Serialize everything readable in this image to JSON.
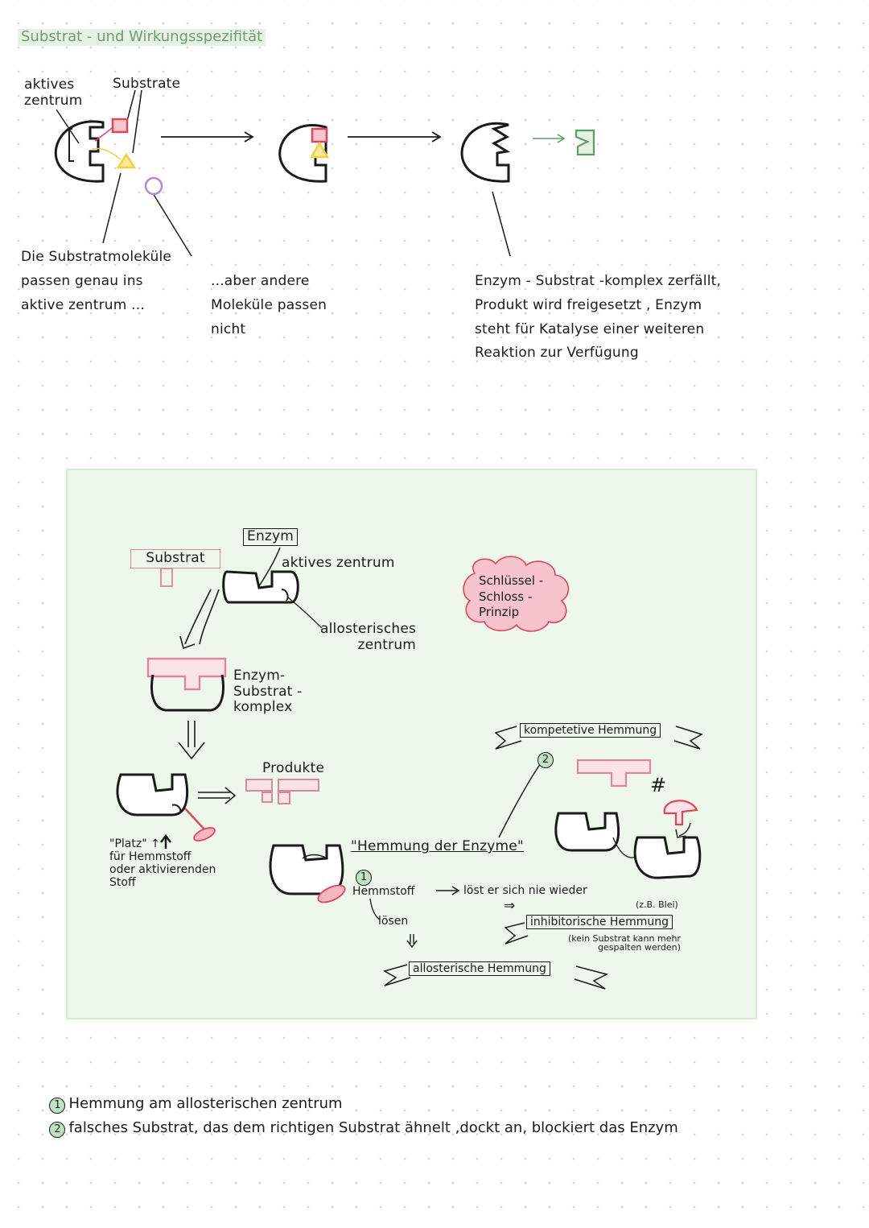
{
  "title": "Substrat - und Wirkungsspezifität",
  "top": {
    "label_active_center": "aktives\nzentrum",
    "label_substrates": "Substrate",
    "note_fit": "Die Substratmoleküle\npassen genau ins\naktive zentrum ...",
    "note_nofit": "...aber andere\nMoleküle passen\nnicht",
    "note_complex": "Enzym - Substrat -komplex zerfällt,\nProdukt wird freigesetzt , Enzym\nsteht für Katalyse einer weiteren\nReaktion zur Verfügung"
  },
  "box": {
    "enzym": "Enzym",
    "aktives_zentrum": "aktives zentrum",
    "substrat": "Substrat",
    "allosterisch": "allosterisches\nzentrum",
    "cloud": "Schlüssel -\nSchloss -\nPrinzip",
    "komplex": "Enzym-\nSubstrat -\nkomplex",
    "produkte": "Produkte",
    "platz": "\"Platz\" ↑\nfür Hemmstoff\noder aktivierenden\nStoff",
    "hemmung_enzyme": "\"Hemmung der Enzyme\"",
    "kompetitive": "kompetetive Hemmung",
    "num1": "1",
    "num2": "2",
    "hemmstoff": "Hemmstoff",
    "arrow_right": "→",
    "loest_nie": "löst er sich nie wieder",
    "zb": "(z.B. Blei)",
    "inhibitorisch": "inhibitorische Hemmung",
    "kein_substrat": "(kein Substrat kann mehr\ngespalten werden)",
    "loesen": "lösen",
    "allosterische": "allosterische Hemmung",
    "double_arrow": "⇒",
    "not_equal": "#"
  },
  "footer": {
    "n1": "1",
    "line1": "Hemmung am allosterischen zentrum",
    "n2": "2",
    "line2": "falsches Substrat, das dem richtigen Substrat ähnelt ,dockt an, blockiert das Enzym"
  },
  "colors": {
    "green_title": "#6b9e72",
    "pink": "#d9899a",
    "red": "#e0455a",
    "yellow": "#f3d13a",
    "purple": "#b987d8",
    "green_product": "#5e9b66"
  }
}
